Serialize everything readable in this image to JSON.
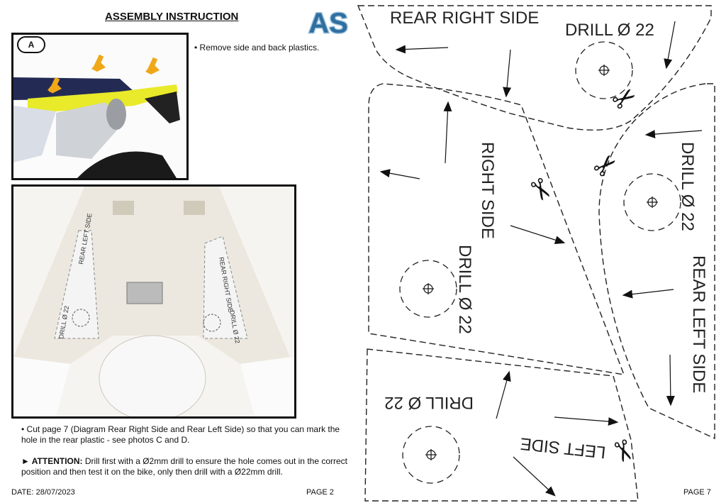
{
  "header": {
    "title": "ASSEMBLY INSTRUCTION",
    "logo_text": "AS"
  },
  "photo_a": {
    "badge": "A",
    "bullet": "• Remove side and back plastics."
  },
  "photo_b": {
    "label_rrs": "REAR RIGHT SIDE",
    "label_rls": "REAR LEFT SIDE",
    "label_drill_l": "DRILL Ø 22",
    "label_drill_r": "DRILL Ø 22"
  },
  "instructions": {
    "cut_text": "• Cut page 7 (Diagram Rear Right Side and Rear Left Side) so that you can mark the hole in the rear plastic - see photos C and D.",
    "attention_label": "► ATTENTION:",
    "attention_text": " Drill first with a Ø2mm drill to ensure the hole comes out in the correct position and then test it on the bike, only then drill with a Ø22mm drill."
  },
  "footer": {
    "date": "DATE: 28/07/2023",
    "page_left": "PAGE 2",
    "page_right": "PAGE 7"
  },
  "diagram": {
    "rear_right_side": "REAR RIGHT SIDE",
    "drill_top": "DRILL Ø 22",
    "right_side": "RIGHT SIDE",
    "drill_mid_left": "DRILL Ø 22",
    "drill_right": "DRILL Ø 22",
    "rear_left_side": "REAR LEFT SIDE",
    "drill_bottom": "DRILL Ø 22",
    "left_side": "LEFT SIDE"
  },
  "colors": {
    "logo_blue": "#2f6fa0",
    "logo_light": "#9fc2dd",
    "arrow_yellow": "#f0a818",
    "fender_yellow": "#e8ea2a",
    "seat_navy": "#232b55"
  }
}
